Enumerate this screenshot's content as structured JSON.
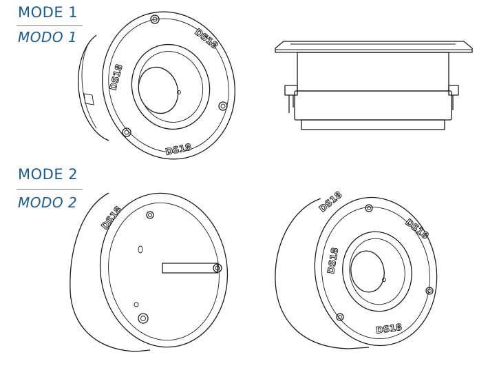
{
  "mode1": {
    "title": "MODE 1",
    "subtitle": "MODO 1"
  },
  "mode2": {
    "title": "MODE 2",
    "subtitle": "MODO 2"
  },
  "brand": {
    "logo": "DS18"
  },
  "colors": {
    "label_text": "#1c5a8a",
    "line_art": "#1a1a1a",
    "background": "#ffffff"
  }
}
